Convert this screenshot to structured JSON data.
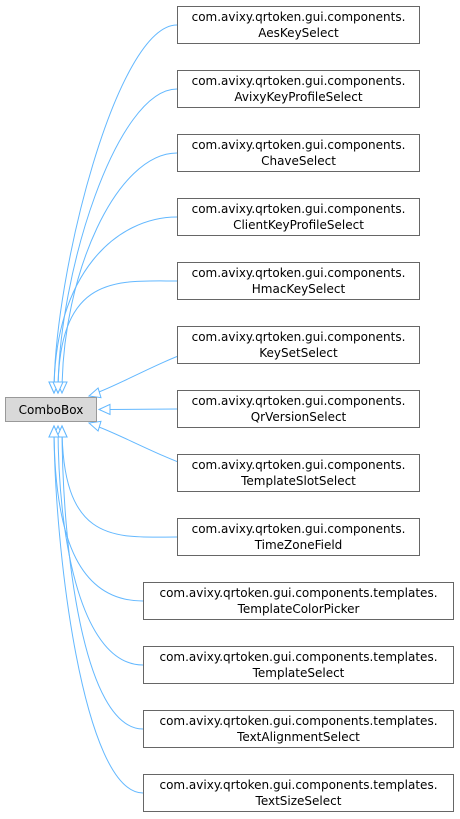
{
  "base": {
    "label": "ComboBox"
  },
  "subclasses": [
    {
      "line1": "com.avixy.qrtoken.gui.components.",
      "line2": "AesKeySelect"
    },
    {
      "line1": "com.avixy.qrtoken.gui.components.",
      "line2": "AvixyKeyProfileSelect"
    },
    {
      "line1": "com.avixy.qrtoken.gui.components.",
      "line2": "ChaveSelect"
    },
    {
      "line1": "com.avixy.qrtoken.gui.components.",
      "line2": "ClientKeyProfileSelect"
    },
    {
      "line1": "com.avixy.qrtoken.gui.components.",
      "line2": "HmacKeySelect"
    },
    {
      "line1": "com.avixy.qrtoken.gui.components.",
      "line2": "KeySetSelect"
    },
    {
      "line1": "com.avixy.qrtoken.gui.components.",
      "line2": "QrVersionSelect"
    },
    {
      "line1": "com.avixy.qrtoken.gui.components.",
      "line2": "TemplateSlotSelect"
    },
    {
      "line1": "com.avixy.qrtoken.gui.components.",
      "line2": "TimeZoneField"
    },
    {
      "line1": "com.avixy.qrtoken.gui.components.templates.",
      "line2": "TemplateColorPicker"
    },
    {
      "line1": "com.avixy.qrtoken.gui.components.templates.",
      "line2": "TemplateSelect"
    },
    {
      "line1": "com.avixy.qrtoken.gui.components.templates.",
      "line2": "TextAlignmentSelect"
    },
    {
      "line1": "com.avixy.qrtoken.gui.components.templates.",
      "line2": "TextSizeSelect"
    }
  ],
  "colors": {
    "edge": "#63b8ff",
    "base_fill": "#d9d9d9",
    "node_border": "#666666"
  }
}
